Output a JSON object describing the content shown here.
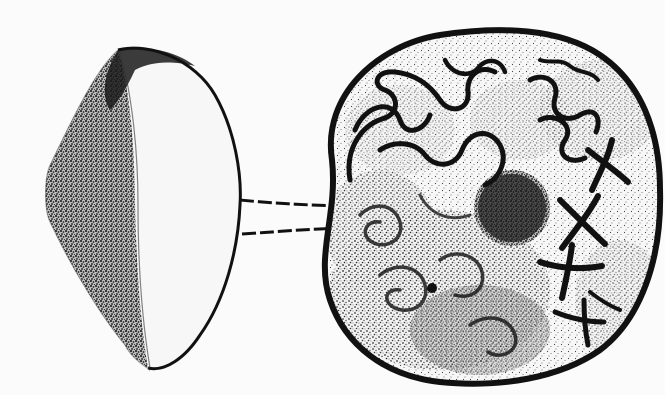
{
  "figure": {
    "description": "",
    "colors": {
      "background": "#fbfbfb",
      "ink": "#111111",
      "stipple": "#222222",
      "paper": "#f4f4f4"
    },
    "parts": {
      "left_shape": "half-shaded-lens",
      "connector": "dashed-double-line",
      "right_shape": "cell-nucleus",
      "nucleolus": "dark-round-body",
      "chromosomes": "x-shaped-and-threadlike"
    }
  }
}
